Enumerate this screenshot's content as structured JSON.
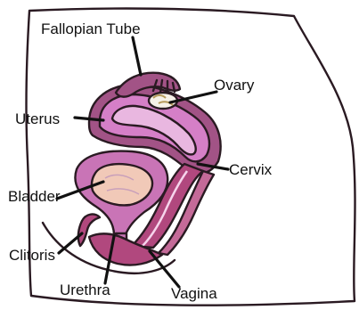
{
  "diagram": {
    "labels": {
      "fallopian_tube": "Fallopian Tube",
      "ovary": "Ovary",
      "uterus": "Uterus",
      "cervix": "Cervix",
      "bladder": "Bladder",
      "clitoris": "Clitoris",
      "urethra": "Urethra",
      "vagina": "Vagina"
    },
    "colors": {
      "uterus_wall": "#a25386",
      "uterus_inner": "#d57fc7",
      "uterus_cavity": "#e9b7e0",
      "bladder_wall": "#c974b6",
      "bladder_cavity": "#f1c9b8",
      "vaginal_wall": "#b1487e",
      "ovary_accent": "#b59a5a"
    }
  }
}
